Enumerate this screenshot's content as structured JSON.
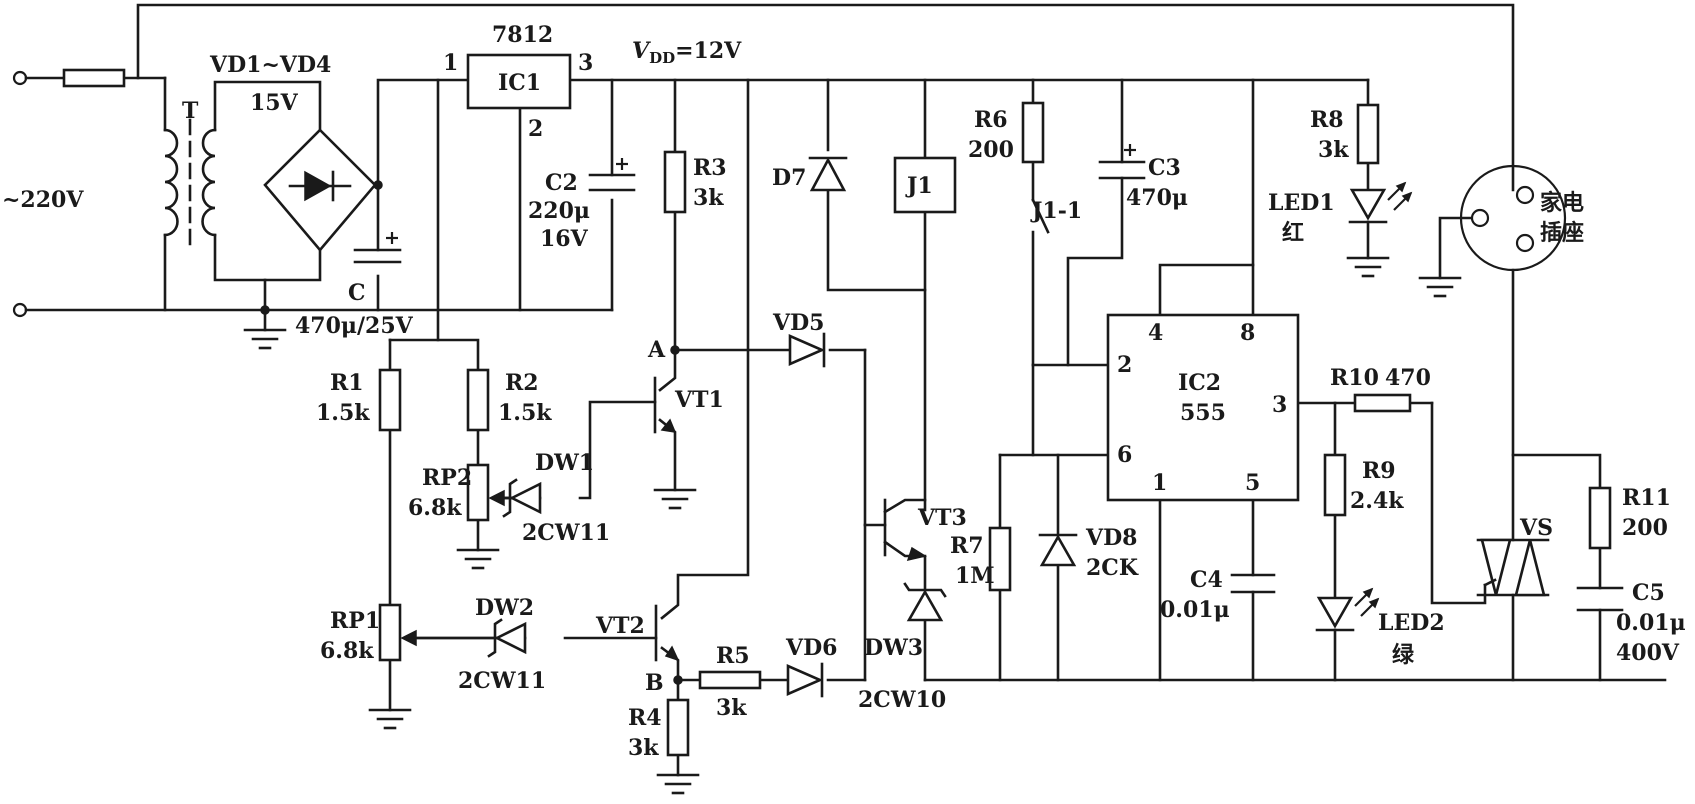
{
  "labels": {
    "ac_input": "~220V",
    "transformer": "T",
    "bridge": "VD1~VD4",
    "bridge_voltage": "15V",
    "regulator_part": "7812",
    "ic1": "IC1",
    "ic1_pin1": "1",
    "ic1_pin2": "2",
    "ic1_pin3": "3",
    "vdd_v": "V",
    "vdd_sub": "DD",
    "vdd_value": "=12V",
    "c_name": "C",
    "c_value": "470μ/25V",
    "c2_name": "C2",
    "c2_value": "220μ",
    "c2_voltage": "16V",
    "r3_name": "R3",
    "r3_value": "3k",
    "d7": "D7",
    "j1": "J1",
    "r6_name": "R6",
    "r6_value": "200",
    "j1_contact": "J1-1",
    "c3_name": "C3",
    "c3_value": "470μ",
    "r8_name": "R8",
    "r8_value": "3k",
    "led1_name": "LED1",
    "led1_color": "红",
    "socket_line1": "家电",
    "socket_line2": "插座",
    "r1_name": "R1",
    "r1_value": "1.5k",
    "r2_name": "R2",
    "r2_value": "1.5k",
    "node_a": "A",
    "vd5": "VD5",
    "vt1": "VT1",
    "rp2_name": "RP2",
    "rp2_value": "6.8k",
    "dw1_name": "DW1",
    "dw1_part": "2CW11",
    "ic2_name": "IC2",
    "ic2_part": "555",
    "ic2_pin4": "4",
    "ic2_pin8": "8",
    "ic2_pin2": "2",
    "ic2_pin6": "6",
    "ic2_pin3": "3",
    "ic2_pin1": "1",
    "ic2_pin5": "5",
    "r10_name": "R10",
    "r10_value": "470",
    "r9_name": "R9",
    "r9_value": "2.4k",
    "vt3": "VT3",
    "r7_name": "R7",
    "r7_value": "1M",
    "vd8_name": "VD8",
    "vd8_part": "2CK",
    "c4_name": "C4",
    "c4_value": "0.01μ",
    "led2_name": "LED2",
    "led2_color": "绿",
    "vs": "VS",
    "r11_name": "R11",
    "r11_value": "200",
    "c5_name": "C5",
    "c5_value": "0.01μ",
    "c5_voltage": "400V",
    "rp1_name": "RP1",
    "rp1_value": "6.8k",
    "dw2_name": "DW2",
    "dw2_part": "2CW11",
    "vt2": "VT2",
    "node_b": "B",
    "r5_name": "R5",
    "r5_value": "3k",
    "vd6": "VD6",
    "dw3_name": "DW3",
    "dw3_part": "2CW10",
    "r4_name": "R4",
    "r4_value": "3k"
  }
}
